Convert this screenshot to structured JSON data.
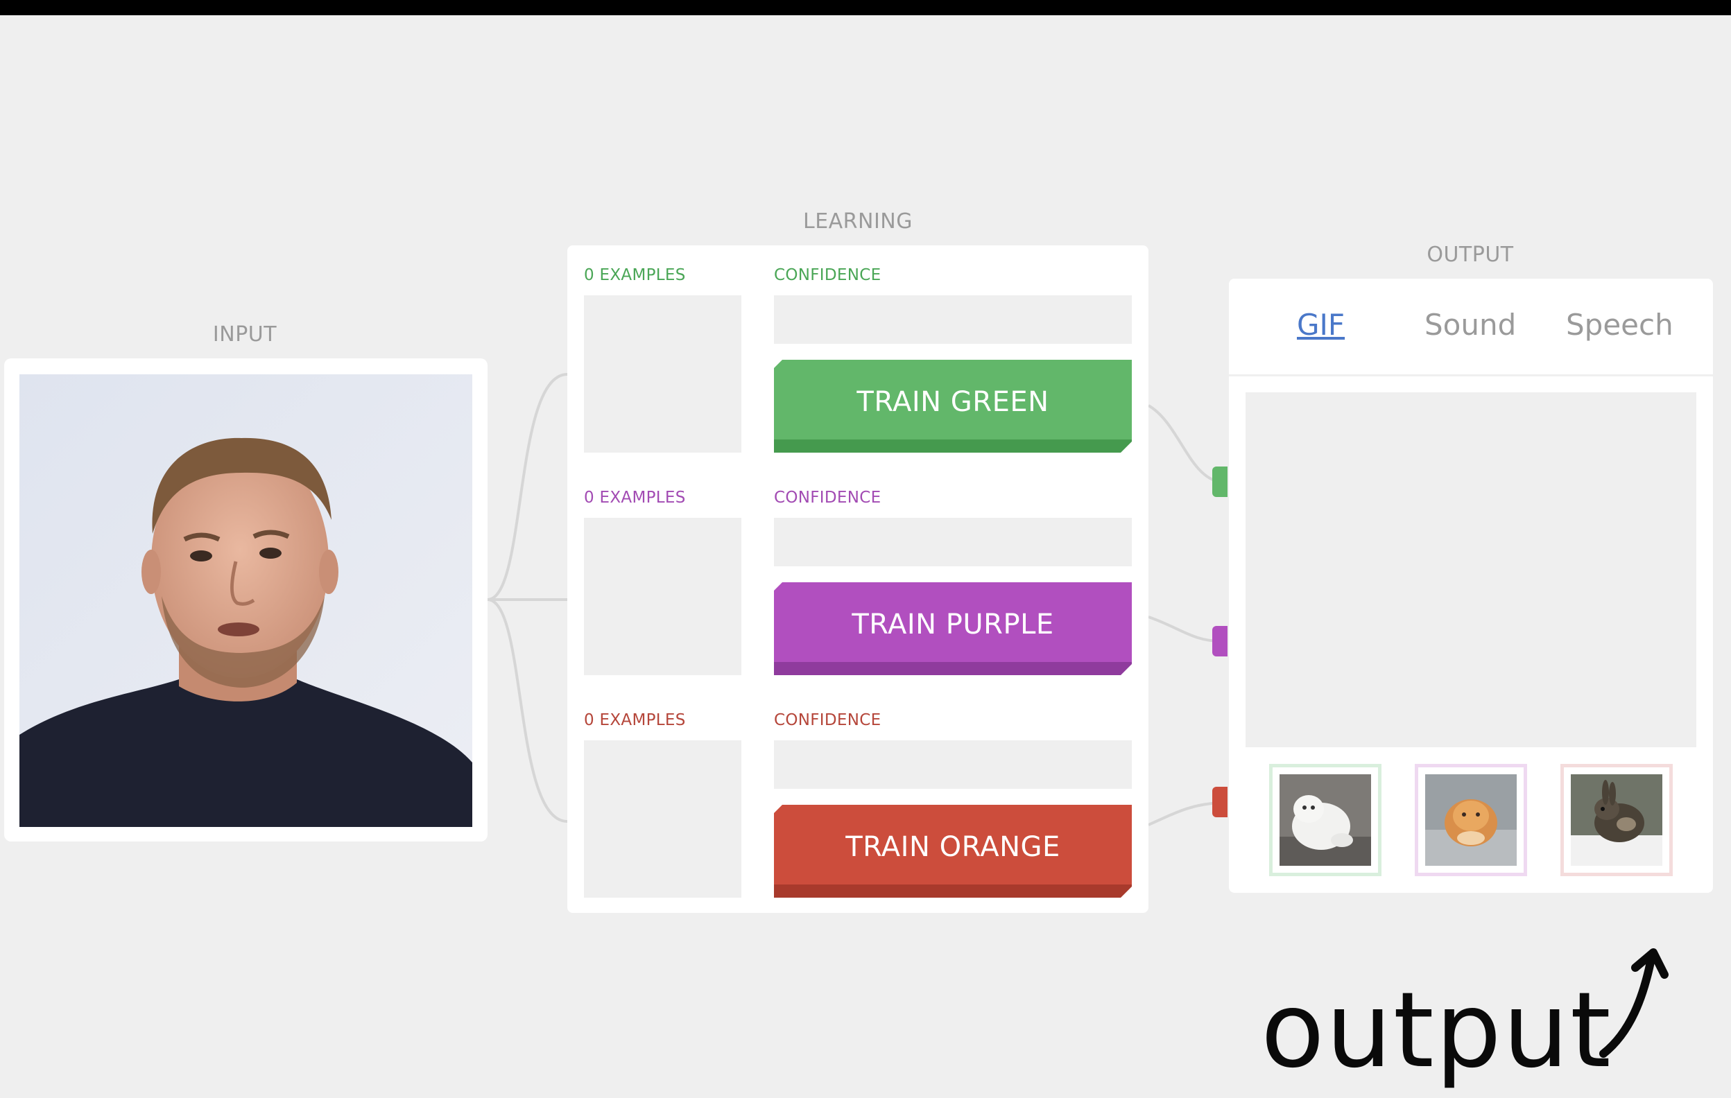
{
  "sections": {
    "input": "INPUT",
    "learning": "LEARNING",
    "output": "OUTPUT"
  },
  "classes": [
    {
      "id": "green",
      "examples": "0 EXAMPLES",
      "confidence": "CONFIDENCE",
      "button": "TRAIN GREEN",
      "color": "#62b76a",
      "shade": "#459a4e",
      "label_color": "#4aa656"
    },
    {
      "id": "purple",
      "examples": "0 EXAMPLES",
      "confidence": "CONFIDENCE",
      "button": "TRAIN PURPLE",
      "color": "#b14fbf",
      "shade": "#8f3b9d",
      "label_color": "#a24bb3"
    },
    {
      "id": "orange",
      "examples": "0 EXAMPLES",
      "confidence": "CONFIDENCE",
      "button": "TRAIN ORANGE",
      "color": "#cc4d3c",
      "shade": "#a83a2c",
      "label_color": "#b5463a"
    }
  ],
  "output": {
    "tabs": [
      "GIF",
      "Sound",
      "Speech"
    ],
    "active_tab": "GIF",
    "thumb_borders": [
      "#d9efdd",
      "#efd9f1",
      "#f4dcdc"
    ]
  },
  "annotation": {
    "text": "output",
    "icon": "arrow-up-icon"
  },
  "colors": {
    "background": "#efefef",
    "panel": "#ffffff",
    "wire": "#d6d6d6"
  }
}
